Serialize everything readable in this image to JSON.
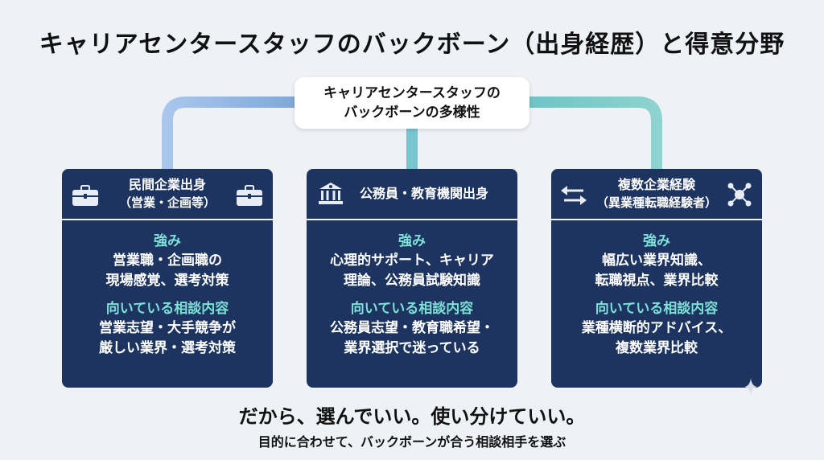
{
  "title": "キャリアセンタースタッフのバックボーン（出身経歴）と得意分野",
  "center": {
    "line1": "キャリアセンタースタッフの",
    "line2": "バックボーンの多様性"
  },
  "cards": [
    {
      "title": "民間企業出身",
      "subtitle": "（営業・企画等）",
      "icon": "briefcase-icon",
      "strength_label": "強み",
      "strength": [
        "営業職・企画職の",
        "現場感覚、選考対策"
      ],
      "suited_label": "向いている相談内容",
      "suited": [
        "営業志望・大手競争が",
        "厳しい業界・選考対策"
      ]
    },
    {
      "title": "公務員・教育機関出身",
      "subtitle": "",
      "icon": "government-building-icon",
      "strength_label": "強み",
      "strength": [
        "心理的サポート、キャリア",
        "理論、公務員試験知識"
      ],
      "suited_label": "向いている相談内容",
      "suited": [
        "公務員志望・教育職希望・",
        "業界選択で迷っている"
      ]
    },
    {
      "title": "複数企業経験",
      "subtitle": "（異業種転職経験者）",
      "icon": "network-icon",
      "strength_label": "強み",
      "strength": [
        "幅広い業界知識、",
        "転職視点、業界比較"
      ],
      "suited_label": "向いている相談内容",
      "suited": [
        "業種横断的アドバイス、",
        "複数業界比較"
      ]
    }
  ],
  "tagline": "だから、選んでいい。使い分けていい。",
  "subline": "目的に合わせて、バックボーンが合う相談相手を選ぶ",
  "colors": {
    "background": "#eef2f6",
    "card": "#1d3461",
    "accent_teal": "#7fe0d8",
    "connector_blue": "#8fb4e0",
    "connector_teal": "#7cc9c8"
  }
}
